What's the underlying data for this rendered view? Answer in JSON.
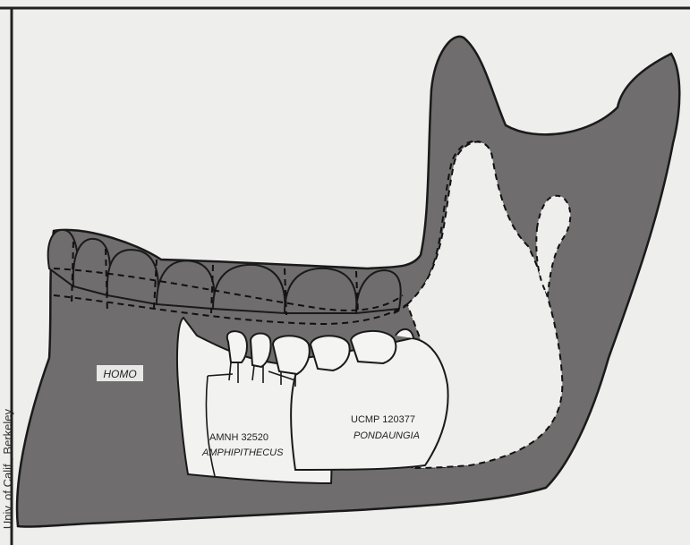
{
  "figure": {
    "credit": "Univ. of Calif., Berkeley",
    "labels": {
      "homo": "HOMO",
      "amnh_number": "AMNH 32520",
      "amnh_genus": "AMPHIPITHECUS",
      "ucmp_number": "UCMP 120377",
      "ucmp_genus": "PONDAUNGIA"
    },
    "colors": {
      "jaw_fill": "#6f6d6d",
      "background": "#eeeeec",
      "outline": "#1a1a1a",
      "fossil_fill": "#f2f2f0"
    }
  }
}
